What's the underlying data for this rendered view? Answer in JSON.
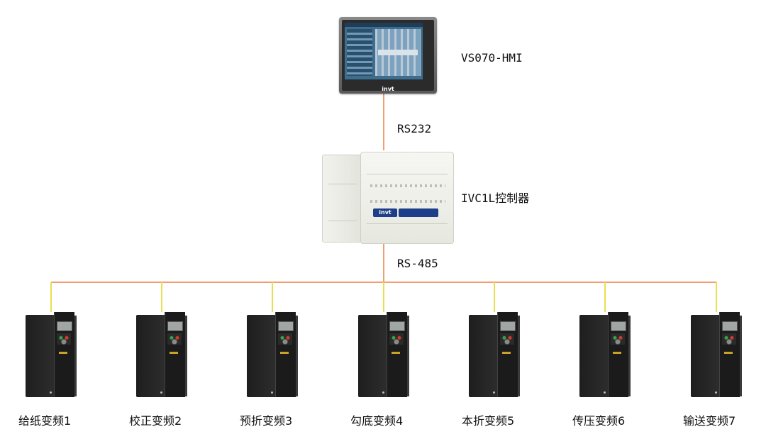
{
  "hmi": {
    "label": "VS070-HMI",
    "brand": "invt"
  },
  "link_top": {
    "label": "RS232"
  },
  "plc": {
    "label": "IVC1L控制器",
    "brand": "invt"
  },
  "bus": {
    "label": "RS-485"
  },
  "drives": [
    {
      "label": "给纸变频1"
    },
    {
      "label": "校正变频2"
    },
    {
      "label": "预折变频3"
    },
    {
      "label": "勾底变频4"
    },
    {
      "label": "本折变频5"
    },
    {
      "label": "传压变频6"
    },
    {
      "label": "输送变频7"
    }
  ],
  "colors": {
    "connection_line": "#f0a070",
    "drop_line": "#e8e050",
    "drive_body": "#1e1e1e",
    "plc_body": "#eef0e8"
  }
}
